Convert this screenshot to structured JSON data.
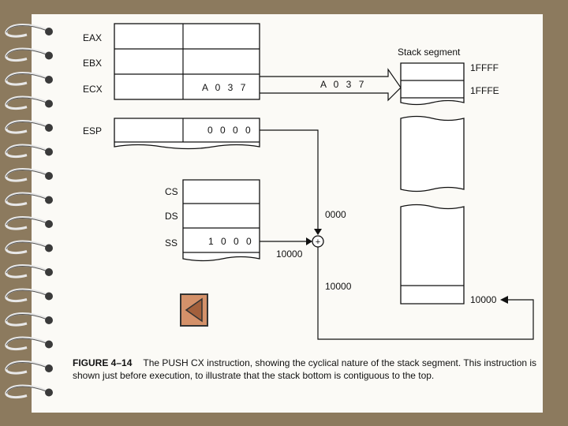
{
  "registers_top": [
    {
      "name": "EAX",
      "value": ""
    },
    {
      "name": "EBX",
      "value": ""
    },
    {
      "name": "ECX",
      "value": "A 0 3 7"
    }
  ],
  "arrow_value": "A 0 3 7",
  "esp": {
    "name": "ESP",
    "value": "0 0 0 0"
  },
  "segment_registers": [
    {
      "name": "CS",
      "value": ""
    },
    {
      "name": "DS",
      "value": ""
    },
    {
      "name": "SS",
      "value": "1 0 0 0"
    }
  ],
  "stack": {
    "title": "Stack segment",
    "addr_top": "1FFFF",
    "addr_second": "1FFFE",
    "addr_bottom": "10000"
  },
  "wire_labels": {
    "offset": "0000",
    "ss_shifted": "10000",
    "sum": "10000",
    "adder_symbol": "+"
  },
  "caption": {
    "figure": "FIGURE 4–14",
    "text": "The PUSH CX instruction, showing the cyclical nature of the stack segment. This instruction is shown just before execution, to illustrate that the stack bottom is contiguous to the top."
  }
}
